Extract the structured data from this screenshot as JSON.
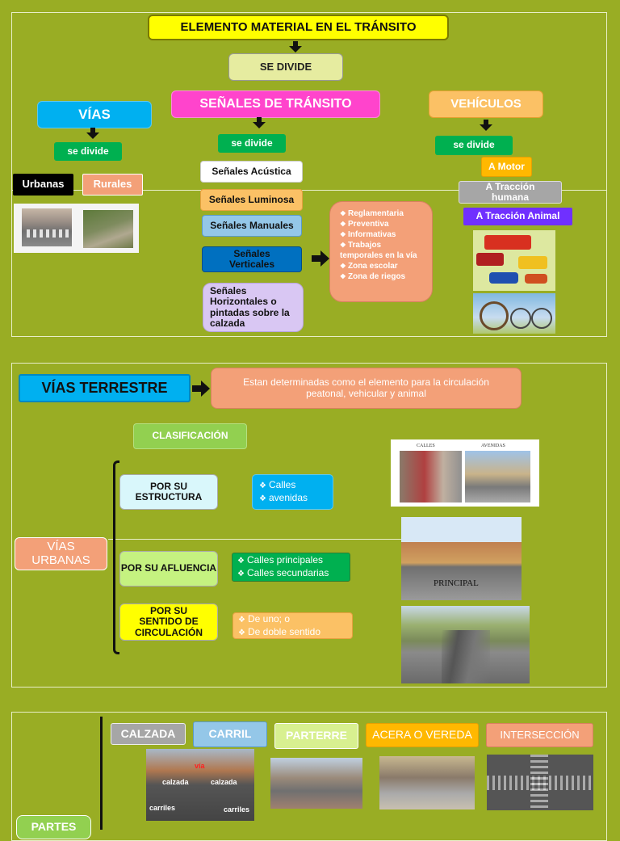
{
  "section1": {
    "title": "ELEMENTO MATERIAL EN EL TRÁNSITO",
    "se_divide": "SE DIVIDE",
    "vias": "VÍAS",
    "senales": "SEÑALES DE TRÁNSITO",
    "vehiculos": "VEHÍCULOS",
    "vias_divide": "se divide",
    "senales_divide": "se divide",
    "vehiculos_divide": "se divide",
    "urbanas": "Urbanas",
    "rurales": "Rurales",
    "senal_acustica": "Señales Acústica",
    "senal_luminosa": "Señales Luminosa",
    "senal_manuales": "Señales Manuales",
    "senal_verticales": "Señales Verticales",
    "senal_horizontales": "Señales Horizontales o pintadas sobre la calzada",
    "tipos_verticales": [
      "Reglamentaria",
      "Preventiva",
      "Informativas",
      "Trabajos temporales en la vía",
      "Zona escolar",
      "Zona de riegos"
    ],
    "a_motor": "A Motor",
    "a_traccion_humana": "A Tracción humana",
    "a_traccion_animal": "A Tracción Animal"
  },
  "section2": {
    "title": "VÍAS TERRESTRE",
    "definition": "Estan determinadas como el elemento para la circulación peatonal, vehicular y animal",
    "clasificacion": "CLASIFICACIÓN",
    "vias_urbanas": "VÍAS URBANAS",
    "por_estructura": "POR SU ESTRUCTURA",
    "estructura_items": [
      "Calles",
      "avenidas"
    ],
    "por_afluencia": "POR SU AFLUENCIA",
    "afluencia_items": [
      "Calles principales",
      "Calles secundarias"
    ],
    "por_sentido": "POR SU SENTIDO DE CIRCULACIÓN",
    "sentido_items": [
      "De uno; o",
      "De doble sentido"
    ],
    "photo1_labels": [
      "CALLES",
      "AVENIDAS"
    ],
    "photo2_label": "PRINCIPAL"
  },
  "section3": {
    "partes": "PARTES",
    "calzada": "CALZADA",
    "carril": "CARRIL",
    "parterre": "PARTERRE",
    "acera": "ACERA O VEREDA",
    "interseccion": "INTERSECCIÓN",
    "photo_labels": [
      "vía",
      "calzada",
      "calzada",
      "carriles",
      "carriles"
    ]
  },
  "colors": {
    "background": "#99ad24",
    "yellow": "#ffff00",
    "cyan": "#00b0f0",
    "magenta": "#ff44cc",
    "salmon": "#f3a078",
    "green": "#00b050"
  }
}
